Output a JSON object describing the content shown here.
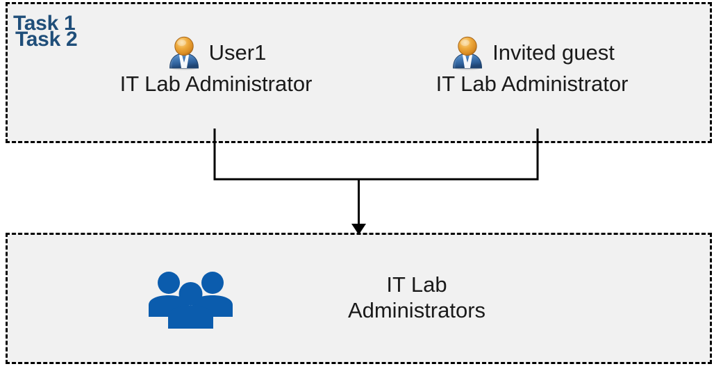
{
  "diagram": {
    "title_color": "#1f4e79",
    "box_fill": "#f1f1f1",
    "box_border": "#000000",
    "connector_color": "#000000",
    "group_icon_color": "#0b5cad"
  },
  "task1": {
    "title": "Task 1",
    "members": [
      {
        "icon": "user-icon",
        "name": "User1",
        "role": "IT Lab Administrator"
      },
      {
        "icon": "user-icon",
        "name": "Invited guest",
        "role": "IT Lab Administrator"
      }
    ]
  },
  "task2": {
    "title": "Task 2",
    "group": {
      "icon": "people-group-icon",
      "label_line1": "IT Lab",
      "label_line2": "Administrators"
    }
  },
  "connector": {
    "type": "merge-arrow",
    "from": [
      "User1",
      "Invited guest"
    ],
    "to": "IT Lab Administrators"
  }
}
